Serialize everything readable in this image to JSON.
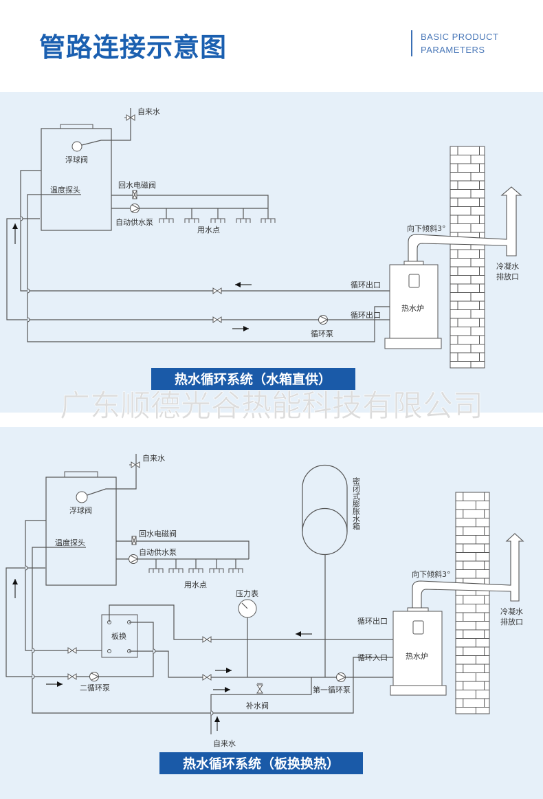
{
  "header": {
    "title": "管路连接示意图",
    "subtitle_line1": "BASIC PRODUCT",
    "subtitle_line2": "PARAMETERS"
  },
  "colors": {
    "brand": "#1a5fb0",
    "panel_bg": "#e6f0f9",
    "pipe": "#555555"
  },
  "watermark": "广东顺德光谷热能科技有限公司",
  "diagram1": {
    "title": "热水循环系统（水箱直供）",
    "tap_water": "自来水",
    "float_valve": "浮球阀",
    "temp_probe": "温度探头",
    "return_solenoid": "回水电磁阀",
    "supply_pump": "自动供水泵",
    "water_points": "用水点",
    "slope": "向下倾斜3°",
    "condensate_1": "冷凝水",
    "condensate_2": "排放口",
    "outlet_1": "循环出口",
    "outlet_2": "循环出口",
    "boiler": "热水炉",
    "circ_pump": "循环泵"
  },
  "diagram2": {
    "title": "热水循环系统（板换换热）",
    "tap_water": "自来水",
    "float_valve": "浮球阀",
    "temp_probe": "温度探头",
    "return_solenoid": "回水电磁阀",
    "supply_pump": "自动供水泵",
    "water_points": "用水点",
    "expansion_tank": "密闭式膨胀水箱",
    "pressure_gauge": "压力表",
    "plate_hx": "板换",
    "secondary_pump": "二循环泵",
    "primary_pump": "第一循环泵",
    "makeup_valve": "补水阀",
    "tap_water_in": "自来水",
    "outlet": "循环出口",
    "inlet": "循环入口",
    "boiler": "热水炉",
    "slope": "向下倾斜3°",
    "condensate_1": "冷凝水",
    "condensate_2": "排放口"
  }
}
